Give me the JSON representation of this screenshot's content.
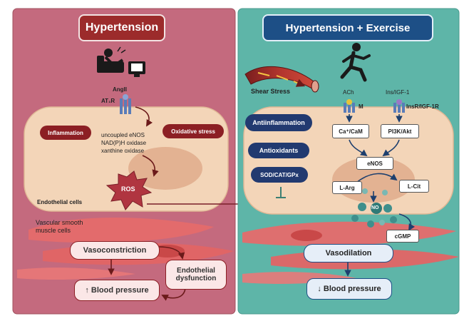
{
  "left_panel": {
    "title": "Hypertension",
    "angII": "AngII",
    "at1r": "AT₁R",
    "inflammation": "Inflammation",
    "oxidative_stress": "Oxidative stress",
    "enzymes": [
      "uncoupled eNOS",
      "NAD(P)H oxidase",
      "xanthine oxidase"
    ],
    "ros": "ROS",
    "endothelial_cells": "Endothelial cells",
    "vsmc": [
      "Vascular smooth",
      "muscle cells"
    ],
    "vasoconstriction": "Vasoconstriction",
    "endothelial_dysfunction": [
      "Endothelial",
      "dysfunction"
    ],
    "blood_pressure": "↑ Blood pressure"
  },
  "right_panel": {
    "title": "Hypertension + Exercise",
    "shear_stress": "Shear Stress",
    "ach": "ACh",
    "m_receptor": "M",
    "ins_igf": "Ins/IGF-1",
    "insr": "InsR/IGF-1R",
    "antiinflammation": "Antiinflammation",
    "antioxidants": "Antioxidants",
    "sod": "SOD/CAT/GPx",
    "ca_cam": "Ca⁺/CaM",
    "pi3k": "PI3K/Akt",
    "enos": "eNOS",
    "l_arg": "L-Arg",
    "l_cit": "L-Cit",
    "no": "NO",
    "cgmp": "cGMP",
    "vasodilation": "Vasodilation",
    "blood_pressure": "↓ Blood pressure"
  },
  "colors": {
    "left_bg": "#c46a7e",
    "right_bg": "#5eb5a8",
    "title_red": "#9c2b2b",
    "title_blue": "#1d4f86",
    "pill_red": "#8c1f24",
    "pill_navy": "#223a70",
    "cell": "#f3d5b8",
    "muscle": "#e56c6c",
    "ros_star": "#b03540",
    "no_dot": "#3f8f8c"
  }
}
